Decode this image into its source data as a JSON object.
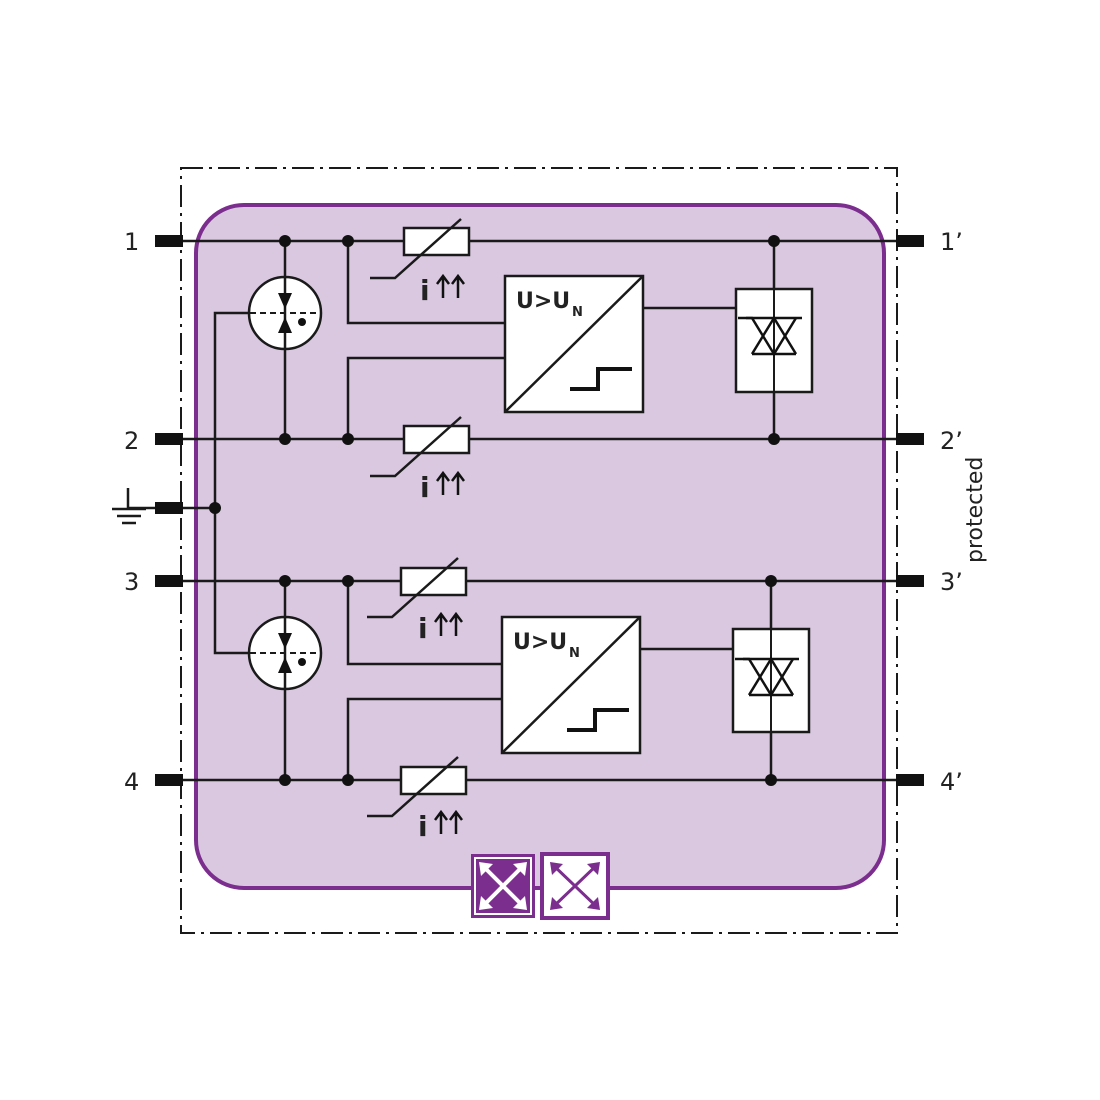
{
  "terminals": {
    "in": [
      "1",
      "2",
      "3",
      "4"
    ],
    "out": [
      "1’",
      "2’",
      "3’",
      "4’"
    ]
  },
  "label_protected": "protected",
  "blocks": {
    "comparator_top": {
      "main": "U>U",
      "sub": "N"
    },
    "comparator_bottom": {
      "main": "U>U",
      "sub": "N"
    }
  },
  "current_label": "i",
  "colors": {
    "module_fill": "#d9c8e0",
    "module_border": "#7b2e8e",
    "badge_dark": "#7b2e8e",
    "badge_light": "#ffffff"
  },
  "icons": [
    "ground-icon",
    "gas-discharge-tube-icon",
    "varistor-icon",
    "tvs-diode-icon",
    "step-function-icon",
    "expand-arrows-icon"
  ]
}
